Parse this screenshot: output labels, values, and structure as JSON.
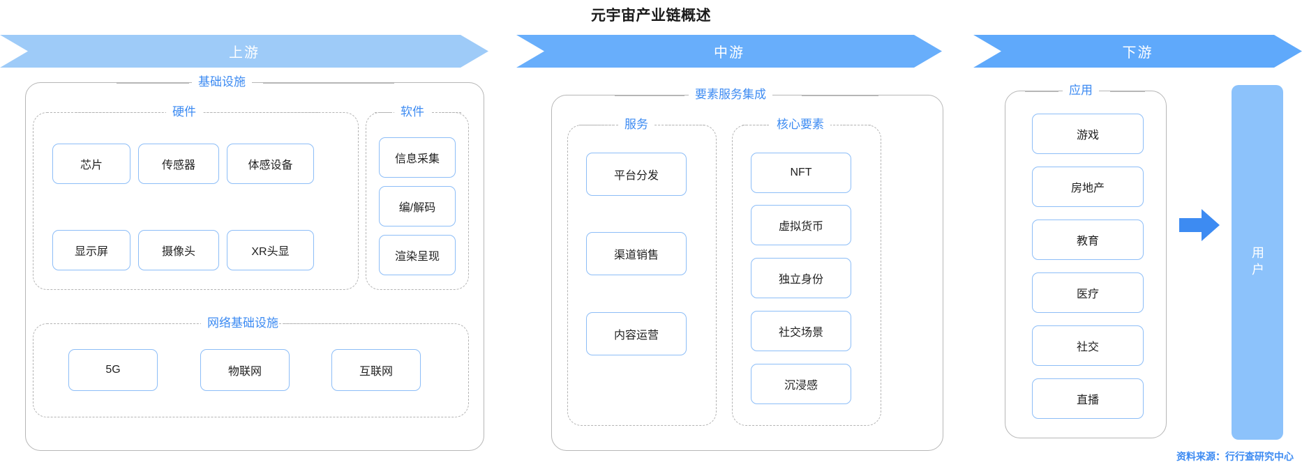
{
  "title": "元宇宙产业链概述",
  "stages": [
    {
      "key": "upstream",
      "label": "上游",
      "color": "#9ecbf8"
    },
    {
      "key": "midstream",
      "label": "中游",
      "color": "#68aefb"
    },
    {
      "key": "downstream",
      "label": "下游",
      "color": "#5fa9fb"
    }
  ],
  "upstream": {
    "group_label": "基础设施",
    "hardware": {
      "label": "硬件",
      "items": [
        "芯片",
        "传感器",
        "体感设备",
        "显示屏",
        "摄像头",
        "XR头显"
      ]
    },
    "software": {
      "label": "软件",
      "items": [
        "信息采集",
        "编/解码",
        "渲染呈现"
      ]
    },
    "network": {
      "label": "网络基础设施",
      "items": [
        "5G",
        "物联网",
        "互联网"
      ]
    }
  },
  "midstream": {
    "group_label": "要素服务集成",
    "services": {
      "label": "服务",
      "items": [
        "平台分发",
        "渠道销售",
        "内容运营"
      ]
    },
    "core_elements": {
      "label": "核心要素",
      "items": [
        "NFT",
        "虚拟货币",
        "独立身份",
        "社交场景",
        "沉浸感"
      ]
    }
  },
  "downstream": {
    "group_label": "应用",
    "applications": {
      "items": [
        "游戏",
        "房地产",
        "教育",
        "医疗",
        "社交",
        "直播"
      ]
    },
    "user_panel": {
      "label": "用户",
      "color": "#8cc2fb"
    },
    "arrow": {
      "icon": "arrow-right-icon",
      "color": "#3d8bf2"
    }
  },
  "footer": {
    "source": "资料来源：行行查研究中心",
    "color": "#3d8bf2"
  }
}
